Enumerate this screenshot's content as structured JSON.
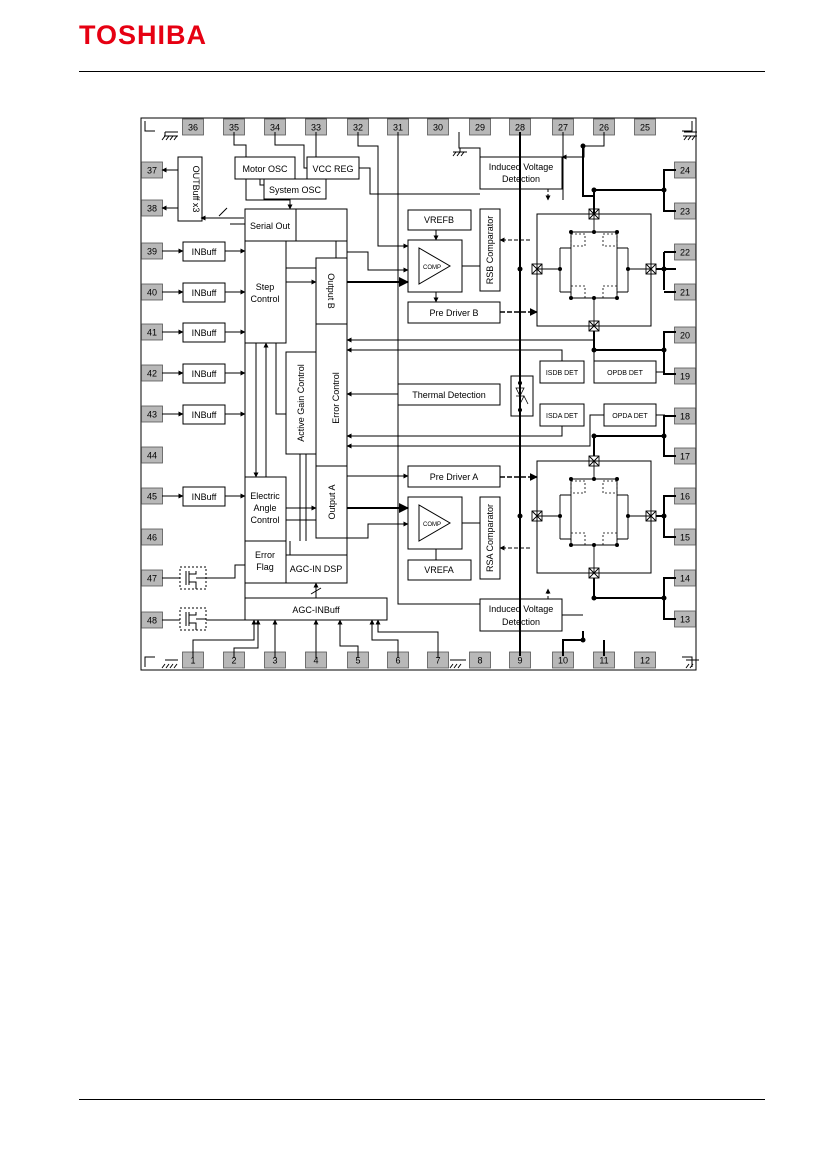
{
  "header": {
    "logo": "TOSHIBA",
    "logo_color": "#e60012"
  },
  "pins": {
    "1": "1",
    "2": "2",
    "3": "3",
    "4": "4",
    "5": "5",
    "6": "6",
    "7": "7",
    "8": "8",
    "9": "9",
    "10": "10",
    "11": "11",
    "12": "12",
    "13": "13",
    "14": "14",
    "15": "15",
    "16": "16",
    "17": "17",
    "18": "18",
    "19": "19",
    "20": "20",
    "21": "21",
    "22": "22",
    "23": "23",
    "24": "24",
    "25": "25",
    "26": "26",
    "27": "27",
    "28": "28",
    "29": "29",
    "30": "30",
    "31": "31",
    "32": "32",
    "33": "33",
    "34": "34",
    "35": "35",
    "36": "36",
    "37": "37",
    "38": "38",
    "39": "39",
    "40": "40",
    "41": "41",
    "42": "42",
    "43": "43",
    "44": "44",
    "45": "45",
    "46": "46",
    "47": "47",
    "48": "48"
  },
  "blocks": {
    "motor_osc": "Motor OSC",
    "vcc_reg": "VCC REG",
    "system_osc": "System OSC",
    "serial_out": "Serial Out",
    "outbuff": "OUTBuff x3",
    "inbuff": "INBuff",
    "step_control_1": "Step",
    "step_control_2": "Control",
    "output_b": "Output B",
    "output_a": "Output A",
    "error_control": "Error Control",
    "active_gain_control": "Active Gain Control",
    "electric_1": "Electric",
    "electric_2": "Angle",
    "electric_3": "Control",
    "error_flag_1": "Error",
    "error_flag_2": "Flag",
    "agc_in_dsp": "AGC-IN DSP",
    "agc_inbuff": "AGC-INBuff",
    "induced_b_1": "Induced Voltage",
    "induced_b_2": "Detection",
    "induced_a_1": "Induced Voltage",
    "induced_a_2": "Detection",
    "vrefb": "VREFB",
    "vrefa": "VREFA",
    "comp": "COMP",
    "rsb_comparator": "RSB Comparator",
    "rsa_comparator": "RSA Comparator",
    "pre_driver_b": "Pre Driver B",
    "pre_driver_a": "Pre Driver A",
    "thermal_detection": "Thermal Detection",
    "isdb_det": "ISDB DET",
    "opdb_det": "OPDB DET",
    "isda_det": "ISDA DET",
    "opda_det": "OPDA DET"
  }
}
